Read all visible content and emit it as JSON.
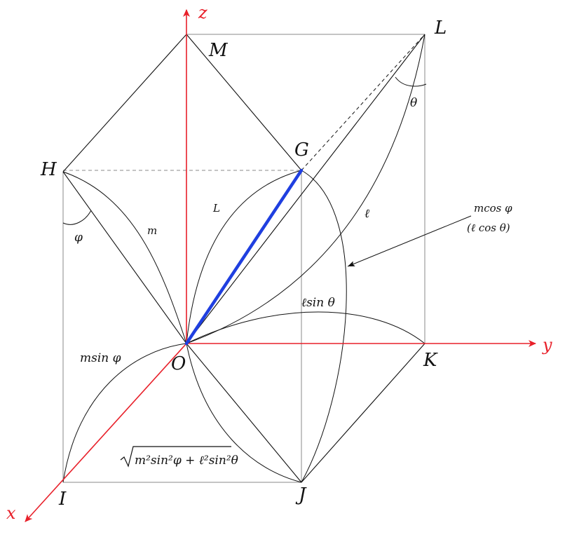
{
  "axes": {
    "x": "x",
    "y": "y",
    "z": "z"
  },
  "points": {
    "O": "O",
    "G": "G",
    "H": "H",
    "I": "I",
    "J": "J",
    "K": "K",
    "L": "L",
    "M": "M"
  },
  "labels": {
    "L_curve": "L",
    "m": "m",
    "ell": "ℓ",
    "phi": "φ",
    "theta": "θ",
    "mcos": "mcos φ",
    "ellcos": "(ℓ cos θ)",
    "ellsin": "ℓsin θ",
    "msin": "msin φ",
    "sqrt_expr": "m²sin²φ + ℓ²sin²θ"
  },
  "colors": {
    "axis": "#e8202a",
    "vector": "#1f3fe0",
    "frame": "#888888",
    "ink": "#111111"
  }
}
